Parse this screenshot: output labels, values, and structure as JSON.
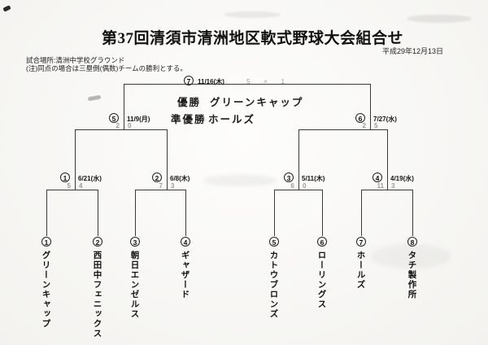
{
  "page": {
    "title": "第37回清須市清洲地区軟式野球大会組合せ",
    "issued_date": "平成29年12月13日",
    "venue_note": "試合場所:清洲中学校グラウンド",
    "tie_rule_note": "(注)同点の場合は三塁側(偶数)チームの勝利とする。"
  },
  "result": {
    "champion_label": "優勝",
    "champion_name": "グリーンキャップ",
    "runner_up_label": "準優勝",
    "runner_up_name": "ホールズ"
  },
  "bracket": {
    "teams": [
      {
        "seed": "1",
        "name": "グリーンキャップ"
      },
      {
        "seed": "2",
        "name": "西田中フェニックス"
      },
      {
        "seed": "3",
        "name": "朝日エンゼルス"
      },
      {
        "seed": "4",
        "name": "ギャザード"
      },
      {
        "seed": "5",
        "name": "カトウブロンズ"
      },
      {
        "seed": "6",
        "name": "ローリングス"
      },
      {
        "seed": "7",
        "name": "ホールズ"
      },
      {
        "seed": "8",
        "name": "タチ製作所"
      }
    ],
    "matches": [
      {
        "no": "1",
        "date": "6/21(水)",
        "score_left": "5",
        "score_right": "4"
      },
      {
        "no": "2",
        "date": "6/8(木)",
        "score_left": "7",
        "score_right": "3"
      },
      {
        "no": "3",
        "date": "5/11(木)",
        "score_left": "6",
        "score_right": "0"
      },
      {
        "no": "4",
        "date": "4/19(水)",
        "score_left": "11",
        "score_right": "3"
      },
      {
        "no": "5",
        "date": "11/9(月)",
        "score_left": "2",
        "score_right": "0"
      },
      {
        "no": "6",
        "date": "7/27(水)",
        "score_left": "2",
        "score_right": "5"
      },
      {
        "no": "7",
        "date": "11/16(木)",
        "final_score": "5 × 1"
      }
    ]
  },
  "colors": {
    "line": "#3a3a3a",
    "score": "#9a9a9a",
    "paper": "#fbfaf7"
  }
}
